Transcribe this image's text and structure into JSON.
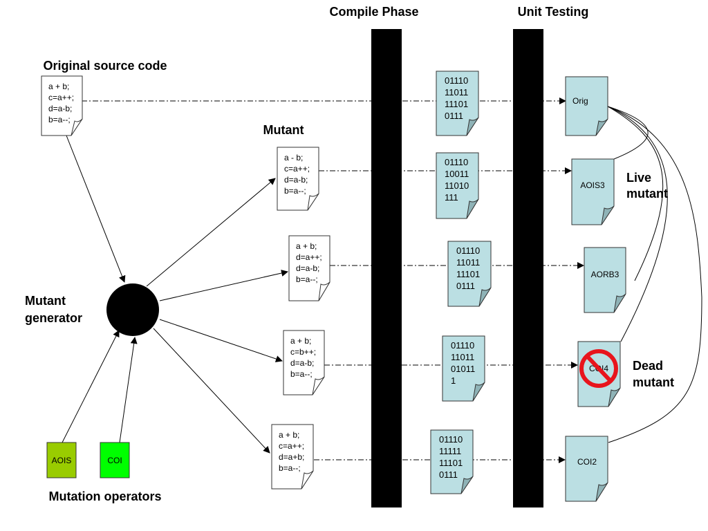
{
  "headers": {
    "compile_phase": "Compile Phase",
    "unit_testing": "Unit Testing"
  },
  "labels": {
    "original_source_code": "Original source code",
    "mutant": "Mutant",
    "mutant_generator_line1": "Mutant",
    "mutant_generator_line2": "generator",
    "mutation_operators": "Mutation operators",
    "live_mutant_line1": "Live",
    "live_mutant_line2": "mutant",
    "dead_mutant_line1": "Dead",
    "dead_mutant_line2": "mutant"
  },
  "original_code": [
    "a + b;",
    "c=a++;",
    "d=a-b;",
    "b=a--;"
  ],
  "mutants": [
    {
      "code": [
        "a - b;",
        "c=a++;",
        "d=a-b;",
        "b=a--;"
      ],
      "binary": [
        "01110",
        "10011",
        "11010",
        "111"
      ],
      "test": "AOIS3",
      "status": "live"
    },
    {
      "code": [
        "a + b;",
        "d=a++;",
        "d=a-b;",
        "b=a--;"
      ],
      "binary": [
        "01110",
        "11011",
        "11101",
        "0111"
      ],
      "test": "AORB3",
      "status": "live"
    },
    {
      "code": [
        "a + b;",
        "c=b++;",
        "d=a-b;",
        "b=a--;"
      ],
      "binary": [
        "01110",
        "11011",
        "01011",
        "1"
      ],
      "test": "COI4",
      "status": "dead"
    },
    {
      "code": [
        "a + b;",
        "c=a++;",
        "d=a+b;",
        "b=a--;"
      ],
      "binary": [
        "01110",
        "11111",
        "11101",
        "0111"
      ],
      "test": "COI2",
      "status": "live"
    }
  ],
  "original_binary": [
    "01110",
    "11011",
    "11101",
    "0111"
  ],
  "original_test": "Orig",
  "operators": [
    {
      "name": "AOIS",
      "color": "#99cc00"
    },
    {
      "name": "COI",
      "color": "#00ff00"
    }
  ],
  "colors": {
    "compiled_doc": "#bbdfe3",
    "no_symbol": "#e8141c"
  }
}
